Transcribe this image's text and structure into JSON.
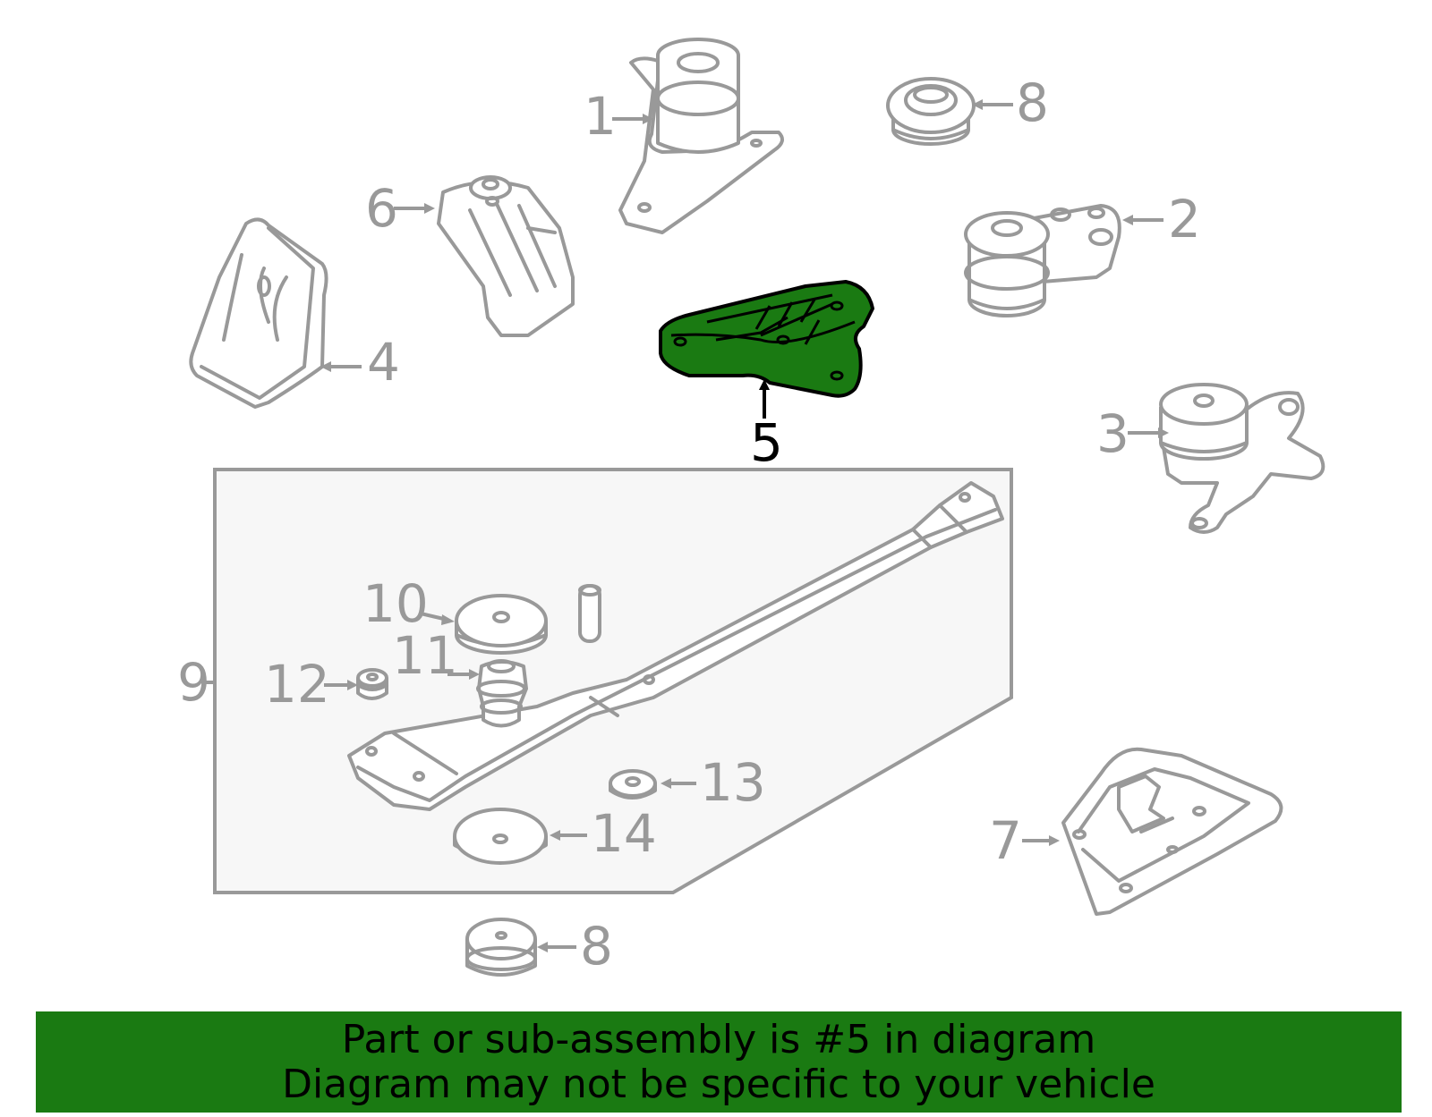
{
  "diagram": {
    "highlighted_part": "5",
    "highlight_color": "#1a7a12",
    "part_stroke_color": "#999999",
    "callouts": {
      "p1": "1",
      "p2": "2",
      "p3": "3",
      "p4": "4",
      "p5": "5",
      "p6": "6",
      "p7": "7",
      "p8_top": "8",
      "p8_bottom": "8",
      "p9": "9",
      "p10": "10",
      "p11": "11",
      "p12": "12",
      "p13": "13",
      "p14": "14"
    }
  },
  "banner": {
    "line1": "Part or sub-assembly is #5 in diagram",
    "line2": "Diagram may not be specific to your vehicle",
    "background": "#1a7a12"
  }
}
